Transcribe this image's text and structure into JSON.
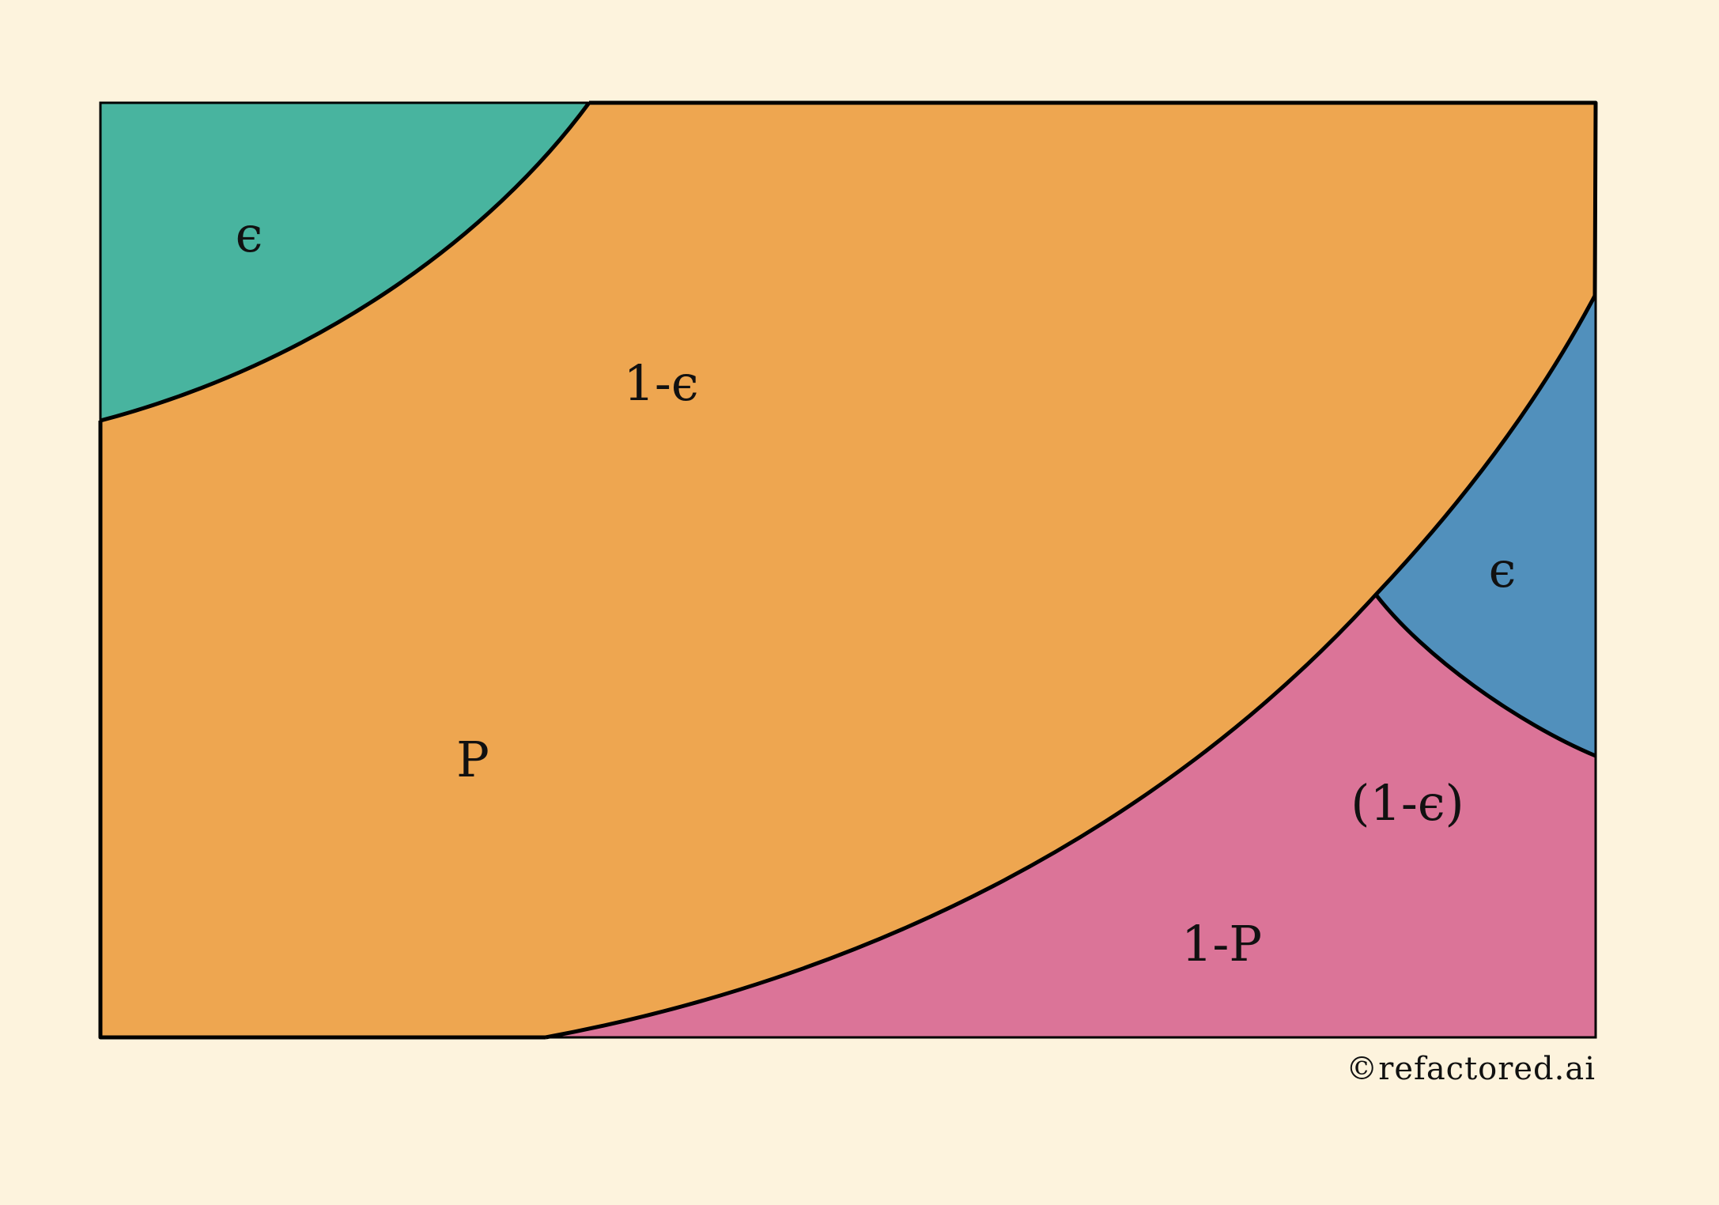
{
  "colors": {
    "background": "#fdf3dd",
    "top_left_region": "#48b49f",
    "main_region": "#eea650",
    "bottom_right_region": "#db7498",
    "right_region": "#5190bc",
    "outline": "#000000"
  },
  "labels": {
    "top_left_epsilon": "ϵ",
    "one_minus_epsilon": "1-ϵ",
    "p": "P",
    "right_epsilon": "ϵ",
    "paren_one_minus_epsilon": "(1-ϵ)",
    "one_minus_p": "1-P"
  },
  "credit": "©refactored.ai"
}
